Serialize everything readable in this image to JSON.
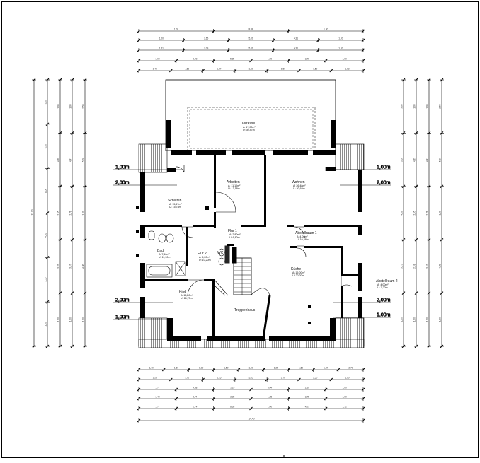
{
  "drawing": {
    "rooms": [
      {
        "id": "terrasse",
        "name": "Terrasse",
        "area": "A: 17,02m²",
        "perimeter": "U: 30,47m"
      },
      {
        "id": "arbeiten",
        "name": "Arbeiten",
        "area": "A: 11,10m²",
        "perimeter": "U: 13,18m"
      },
      {
        "id": "wohnen",
        "name": "Wohnen",
        "area": "A: 26,48m²",
        "perimeter": "U: 20,68m"
      },
      {
        "id": "schlafen",
        "name": "Schlafen",
        "area": "A: 15,47m²",
        "perimeter": "U: 15,78m"
      },
      {
        "id": "flur1",
        "name": "Flur 1",
        "area": "A: 2,80m²",
        "perimeter": "U: 6,80m"
      },
      {
        "id": "abstellraum1",
        "name": "Abstellraum 1",
        "area": "A: 4,00m²",
        "perimeter": "U: 10,28m"
      },
      {
        "id": "bad",
        "name": "Bad",
        "area": "A: 7,40m²",
        "perimeter": "U: 11,90m"
      },
      {
        "id": "flur2",
        "name": "Flur 2",
        "area": "A: 5,20m²",
        "perimeter": "U: 10,20m"
      },
      {
        "id": "kueche",
        "name": "Küche",
        "area": "A: 19,00m²",
        "perimeter": "U: 20,20m"
      },
      {
        "id": "kind",
        "name": "Kind",
        "area": "A: 15,00m²",
        "perimeter": "U: 16,70m"
      },
      {
        "id": "abstellraum2",
        "name": "Abstellraum 2",
        "area": "A: 4,00m²",
        "perimeter": "U: 7,20m"
      },
      {
        "id": "wc",
        "name": "WC",
        "area": "",
        "perimeter": ""
      },
      {
        "id": "treppenhaus",
        "name": "Treppenhaus",
        "area": "",
        "perimeter": ""
      }
    ],
    "levels": {
      "left_upper_1": "1,00m",
      "left_upper_2": "2,00m",
      "left_lower_2": "2,00m",
      "left_lower_1": "1,00m",
      "right_upper_1": "1,00m",
      "right_upper_2": "2,00m",
      "right_lower_2": "2,00m",
      "right_lower_1": "1,00m"
    },
    "dimensions": {
      "top_row1": [
        "1,00",
        "8,38",
        "1,00"
      ],
      "top_row2": [
        "1,00",
        "2,65",
        "5,09",
        "4,31",
        "1,00"
      ],
      "top_row3": [
        "1,51",
        "2,09",
        "5,09",
        "4,31",
        "1,00"
      ],
      "top_row4": [
        "1,00",
        "2,72",
        "5,85",
        "1,80",
        "3,49",
        "1,00"
      ],
      "top_row5": [
        "1,40",
        "1,63",
        "1,87",
        "1,50",
        "1,50",
        "1,50",
        "1,03"
      ],
      "bottom_row1": [
        "1,70",
        "1,50",
        "1,00",
        "1,50",
        "1,00",
        "1,25",
        "1,50",
        "1,87",
        "2,70"
      ],
      "bottom_row2": [
        "1,25",
        "2,72",
        "1,25",
        "5,05",
        "3,76",
        "2,50",
        "1,00"
      ],
      "bottom_row3": [
        "1,77",
        "4,38",
        "1,25",
        "6,64",
        "2,50",
        "1,00"
      ],
      "bottom_row4": [
        "1,40",
        "2,74",
        "3,38",
        "1,25",
        "3,75",
        "1,00"
      ],
      "bottom_row5": [
        "1,77",
        "2,74",
        "8,38",
        "1,00",
        "4,07",
        "1,72"
      ],
      "bottom_total": "14,40",
      "left_outer": [
        "3,00",
        "4,50",
        "1,00",
        "4,20",
        "3,50",
        "1,00"
      ],
      "left_total": "13,90",
      "left_col2": [
        "1,00",
        "4,38",
        "2,95",
        "3,87",
        "1,00"
      ],
      "left_col3": [
        "1,00",
        "4,47",
        "2,71",
        "3,47",
        "1,00"
      ],
      "left_col4": [
        "2,50",
        "5,00",
        "1,00",
        "4,00",
        "1,00"
      ],
      "right_col1": [
        "3,00",
        "3,00",
        "4,06",
        "3,75",
        "1,00"
      ],
      "right_col2": [
        "1,00",
        "4,35",
        "2,95",
        "2,91",
        "1,00"
      ],
      "right_col3": [
        "1,00",
        "4,47",
        "2,71",
        "3,47",
        "1,00"
      ],
      "right_col4": [
        "2,50",
        "5,00",
        "1,00",
        "4,00",
        "1,00"
      ]
    }
  }
}
